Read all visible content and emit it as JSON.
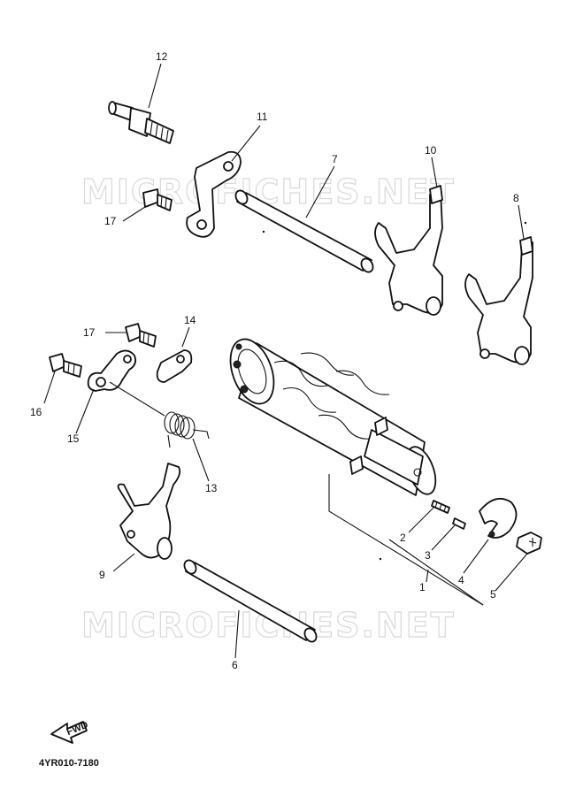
{
  "watermark": {
    "top": "MICROFICHES.NET",
    "bottom": "MICROFICHES.NET"
  },
  "callouts": [
    {
      "id": "1",
      "label": "1"
    },
    {
      "id": "2",
      "label": "2"
    },
    {
      "id": "3",
      "label": "3"
    },
    {
      "id": "4",
      "label": "4"
    },
    {
      "id": "5",
      "label": "5"
    },
    {
      "id": "6",
      "label": "6"
    },
    {
      "id": "7",
      "label": "7"
    },
    {
      "id": "8",
      "label": "8"
    },
    {
      "id": "9",
      "label": "9"
    },
    {
      "id": "10",
      "label": "10"
    },
    {
      "id": "11",
      "label": "11"
    },
    {
      "id": "12",
      "label": "12"
    },
    {
      "id": "13",
      "label": "13"
    },
    {
      "id": "14",
      "label": "14"
    },
    {
      "id": "15",
      "label": "15"
    },
    {
      "id": "16",
      "label": "16"
    },
    {
      "id": "17a",
      "label": "17"
    },
    {
      "id": "17b",
      "label": "17"
    }
  ],
  "fwd_label": "FWD",
  "drawing_code": "4YR010-7180"
}
